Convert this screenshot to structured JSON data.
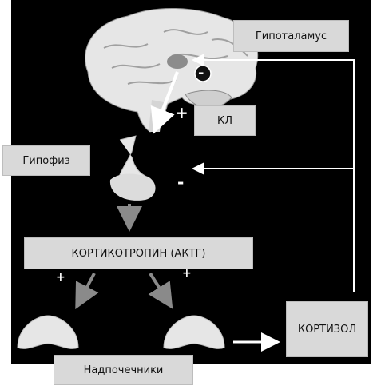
{
  "labels": {
    "hypothalamus": "Гипоталамус",
    "crh": "КЛ",
    "pituitary": "Гипофиз",
    "acth": "КОРТИКОТРОПИН (АКТГ)",
    "cortisol": "КОРТИЗОЛ",
    "adrenals": "Надпочечники"
  },
  "signs": {
    "plus": "+",
    "minus": "-"
  },
  "colors": {
    "background": "#000000",
    "label_fill": "#d9d9d9",
    "arrow_white": "#ffffff",
    "arrow_gray": "#8a8a8a",
    "organ_fill": "#e6e6e6"
  }
}
